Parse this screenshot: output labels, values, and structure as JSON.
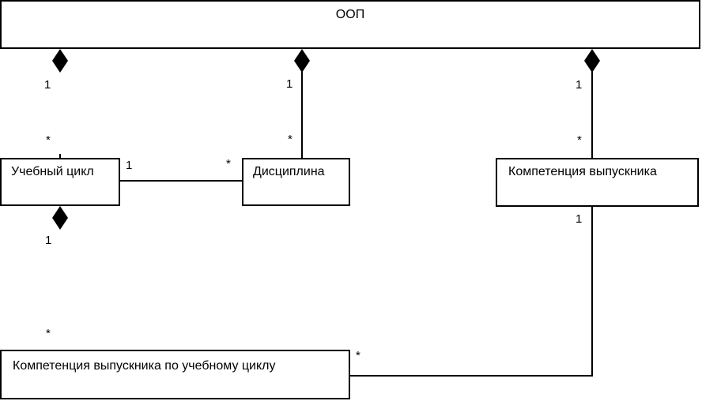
{
  "diagram": {
    "type": "uml-class-diagram",
    "language": "ru",
    "colors": {
      "line": "#000000",
      "box_fill": "#ffffff",
      "text": "#000000",
      "background": "#ffffff",
      "diamond_fill": "#000000"
    },
    "classes": [
      {
        "id": "oop",
        "label": "ООП"
      },
      {
        "id": "uchebny-cikl",
        "label": "Учебный цикл"
      },
      {
        "id": "disciplina",
        "label": "Дисциплина"
      },
      {
        "id": "kompetencia-vypusknika",
        "label": "Компетенция выпускника"
      },
      {
        "id": "kompetencia-po-ciklu",
        "label": "Компетенция выпускника по учебному циклу"
      }
    ],
    "relations": [
      {
        "from": "ООП",
        "to": "Учебный цикл",
        "kind": "composition",
        "from_mult": "1",
        "to_mult": "*"
      },
      {
        "from": "ООП",
        "to": "Дисциплина",
        "kind": "composition",
        "from_mult": "1",
        "to_mult": "*"
      },
      {
        "from": "ООП",
        "to": "Компетенция выпускника",
        "kind": "composition",
        "from_mult": "1",
        "to_mult": "*"
      },
      {
        "from": "Учебный цикл",
        "to": "Дисциплина",
        "kind": "association",
        "from_mult": "1",
        "to_mult": "*"
      },
      {
        "from": "Учебный цикл",
        "to": "Компетенция выпускника по учебному циклу",
        "kind": "composition",
        "from_mult": "1",
        "to_mult": "*"
      },
      {
        "from": "Компетенция выпускника",
        "to": "Компетенция выпускника по учебному циклу",
        "kind": "association",
        "from_mult": "1",
        "to_mult": "*"
      }
    ]
  }
}
